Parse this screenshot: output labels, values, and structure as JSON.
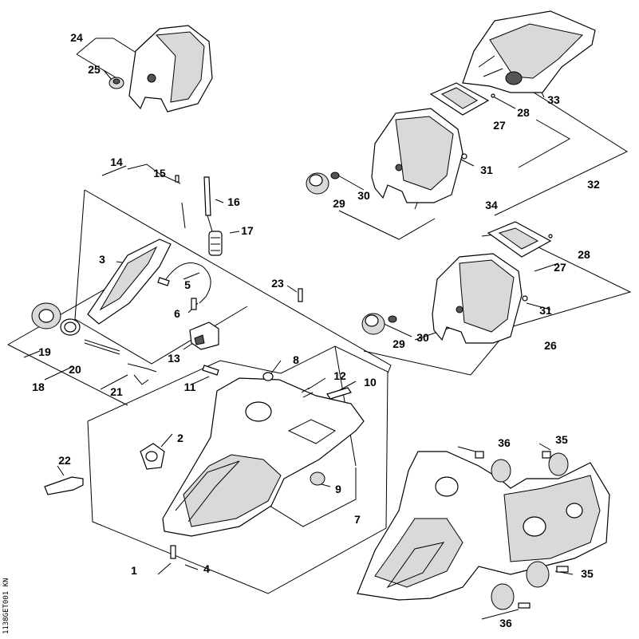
{
  "labels": {
    "l1": "1",
    "l2": "2",
    "l3": "3",
    "l4": "4",
    "l5": "5",
    "l6": "6",
    "l7": "7",
    "l8": "8",
    "l9": "9",
    "l10": "10",
    "l11": "11",
    "l12": "12",
    "l13": "13",
    "l14": "14",
    "l15": "15",
    "l16": "16",
    "l17": "17",
    "l18": "18",
    "l19": "19",
    "l20": "20",
    "l21": "21",
    "l22": "22",
    "l23": "23",
    "l24": "24",
    "l25": "25",
    "l26": "26",
    "l27": "27",
    "l27b": "27",
    "l28": "28",
    "l28b": "28",
    "l29": "29",
    "l29b": "29",
    "l30": "30",
    "l30b": "30",
    "l31": "31",
    "l31b": "31",
    "l32": "32",
    "l33": "33",
    "l34": "34",
    "l35": "35",
    "l35b": "35",
    "l36": "36",
    "l36b": "36"
  },
  "drawing_code": "1138GET001 KN"
}
